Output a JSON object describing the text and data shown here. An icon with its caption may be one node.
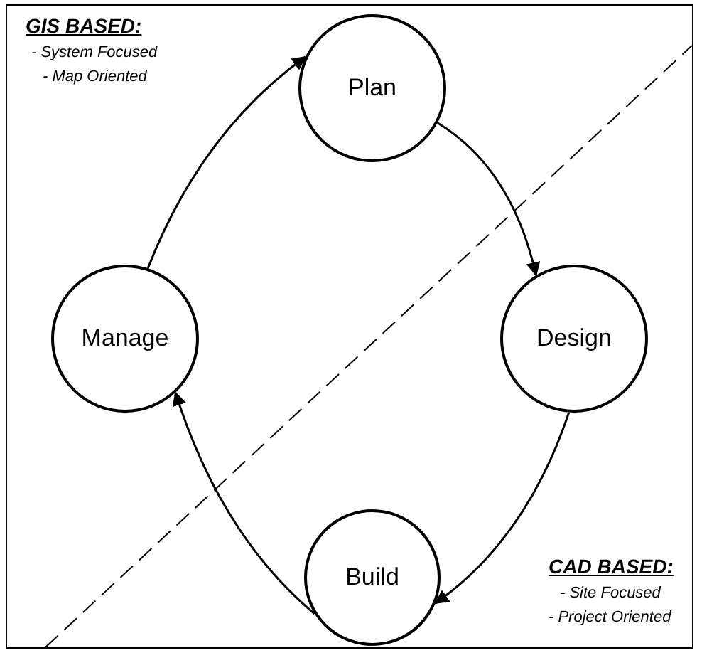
{
  "diagram": {
    "nodes": [
      {
        "text": [
          "Plan"
        ]
      },
      {
        "text": [
          "Design"
        ]
      },
      {
        "text": [
          "Build"
        ]
      },
      {
        "text": [
          "Manage"
        ]
      }
    ],
    "edges": [
      {
        "from": 0,
        "to": 1,
        "arrow": "to"
      },
      {
        "from": 1,
        "to": 2,
        "arrow": "to"
      },
      {
        "from": 2,
        "to": 3,
        "arrow": "to"
      },
      {
        "from": 3,
        "to": 0,
        "arrow": "to"
      }
    ],
    "labels": [
      "GIS BASED:",
      "- System Focused",
      "- Map Oriented",
      "CAD BASED:",
      "- Site Focused",
      "- Project Oriented"
    ]
  }
}
